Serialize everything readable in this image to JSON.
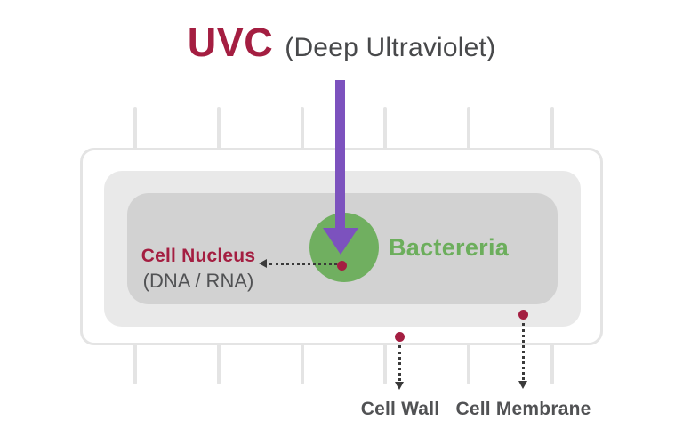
{
  "title": {
    "main": "UVC",
    "subtitle": "(Deep Ultraviolet)"
  },
  "bacteria": {
    "label": "Bactereria",
    "nucleus_label": "Cell Nucleus",
    "nucleus_sublabel": "(DNA / RNA)"
  },
  "callouts": {
    "cell_wall": "Cell Wall",
    "cell_membrane": "Cell Membrane"
  },
  "icons": {
    "uvc_beam_arrow": "down-arrow",
    "nucleus_pointer": "left-arrowhead-dotted-line",
    "cell_wall_pointer": "down-arrowhead-dotted-line",
    "cell_membrane_pointer": "down-arrowhead-dotted-line"
  },
  "colors": {
    "crimson": "#A41E41",
    "purple": "#7C52BE",
    "green_circle": "#70AF60",
    "green_text": "#6CAE5C",
    "subtitle_gray": "#48494B",
    "label_gray": "#515254",
    "outline_gray": "#E4E4E4",
    "membrane_gray": "#E9E9E9",
    "cytoplasm_gray": "#D2D2D2",
    "pointer_dark": "#3A3A3A",
    "background": "#FFFFFF"
  }
}
